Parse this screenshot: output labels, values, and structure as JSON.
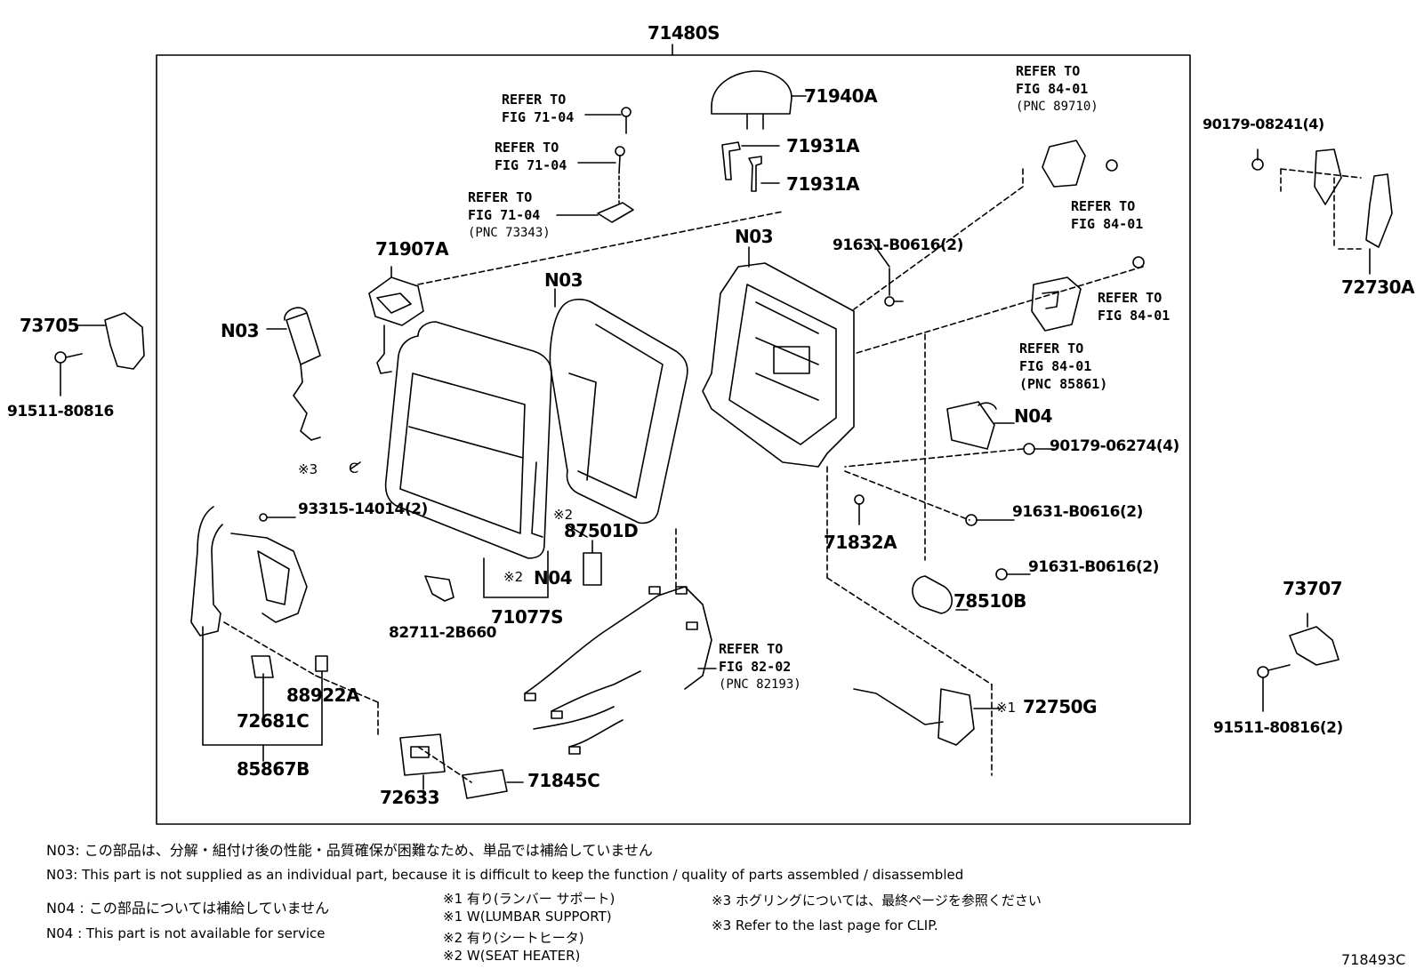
{
  "main_label": "71480S",
  "parts": {
    "p71940A": "71940A",
    "p71931A_1": "71931A",
    "p71931A_2": "71931A",
    "p71907A": "71907A",
    "p73705": "73705",
    "p91511_80816": "91511-80816",
    "p90179_08241": "90179-08241(4)",
    "p72730A": "72730A",
    "p91631_B0616_a": "91631-B0616(2)",
    "p90179_06274": "90179-06274(4)",
    "p91631_B0616_b": "91631-B0616(2)",
    "p91631_B0616_c": "91631-B0616(2)",
    "p71832A": "71832A",
    "p78510B": "78510B",
    "p93315_14014": "93315-14014(2)",
    "p87501D": "87501D",
    "p71077S": "71077S",
    "p82711_2B660": "82711-2B660",
    "p88922A": "88922A",
    "p72681C": "72681C",
    "p85867B": "85867B",
    "p72633": "72633",
    "p71845C": "71845C",
    "p73707": "73707",
    "p91511_80816_2": "91511-80816(2)",
    "p72750G": "72750G"
  },
  "codes": {
    "n03_a": "N03",
    "n03_b": "N03",
    "n03_c": "N03",
    "n04_a": "N04",
    "n04_b": "N04"
  },
  "marks": {
    "m3": "※3",
    "m2a": "※2",
    "m2b": "※2",
    "m1": "※1"
  },
  "refs": {
    "r1": "REFER TO\nFIG 71-04",
    "r2": "REFER TO\nFIG 71-04",
    "r3": "REFER TO\nFIG 71-04",
    "r3_pnc": "(PNC 73343)",
    "r4": "REFER TO\nFIG 84-01",
    "r4_pnc": "(PNC 89710)",
    "r5": "REFER TO\nFIG 84-01",
    "r6": "REFER TO\nFIG 84-01",
    "r7": "REFER TO\nFIG 84-01",
    "r7_pnc": "(PNC 85861)",
    "r8": "REFER TO\nFIG 82-02",
    "r8_pnc": "(PNC 82193)"
  },
  "notes": {
    "n03_jp": "N03: この部品は、分解・組付け後の性能・品質確保が困難なため、単品では補給していません",
    "n03_en": "N03: This part is not supplied as an individual part, because it is difficult to keep the function / quality of parts assembled / disassembled",
    "n04_jp": "N04 : この部品については補給していません",
    "n04_en": "N04 : This part is not available for service",
    "s1_jp": "※1 有り(ランバー サポート)",
    "s1_en": "※1 W(LUMBAR SUPPORT)",
    "s2_jp": "※2 有り(シートヒータ)",
    "s2_en": "※2 W(SEAT HEATER)",
    "s3_jp": "※3 ホグリングについては、最終ページを参照ください",
    "s3_en": "※3 Refer to the last page for CLIP."
  },
  "diagram_code": "718493C"
}
